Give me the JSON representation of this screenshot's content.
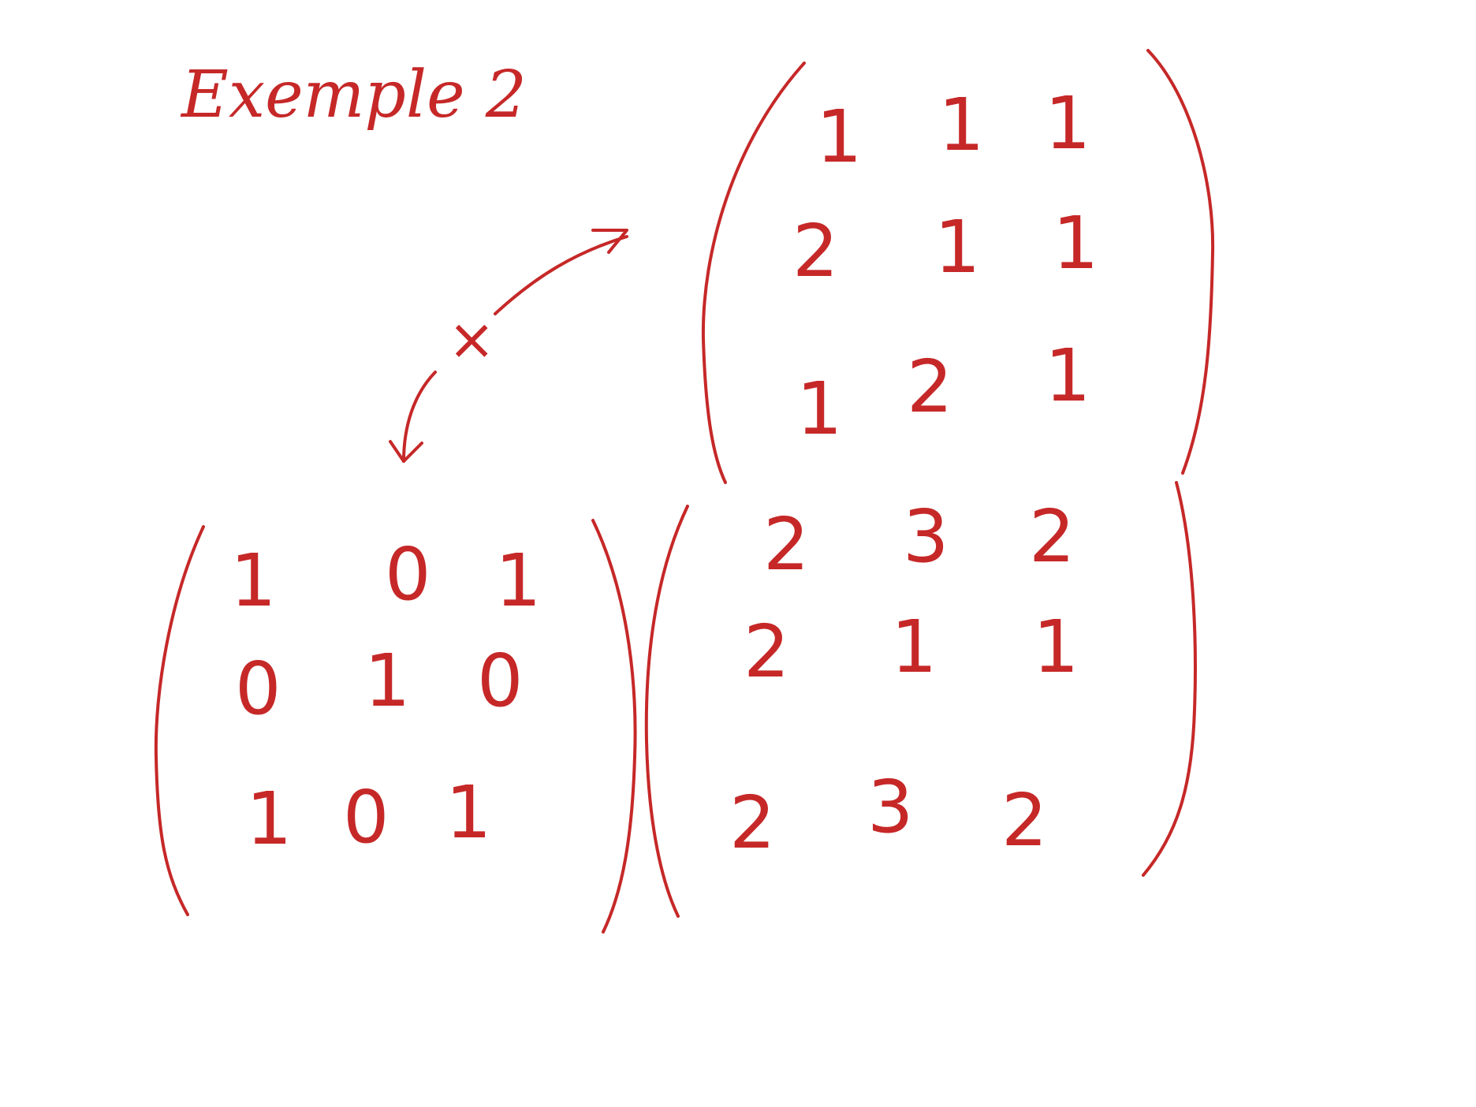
{
  "ink_color": "#c62828",
  "title": "Exemple 2",
  "operator": "×",
  "top_matrix": {
    "rows": [
      [
        "1",
        "1",
        "1"
      ],
      [
        "2",
        "1",
        "1"
      ],
      [
        "1",
        "2",
        "1"
      ]
    ]
  },
  "left_matrix": {
    "rows": [
      [
        "1",
        "0",
        "1"
      ],
      [
        "0",
        "1",
        "0"
      ],
      [
        "1",
        "0",
        "1"
      ]
    ]
  },
  "product_matrix": {
    "rows": [
      [
        "2",
        "3",
        "2"
      ],
      [
        "2",
        "1",
        "1"
      ],
      [
        "2",
        "3",
        "2"
      ]
    ]
  }
}
